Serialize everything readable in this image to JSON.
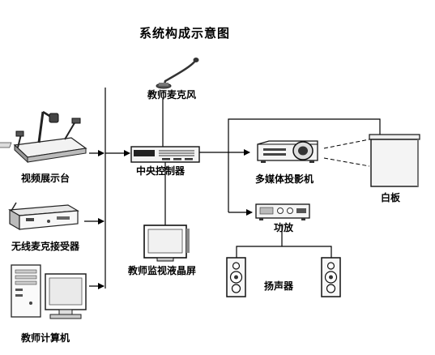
{
  "title": "系统构成示意图",
  "devices": {
    "microphone": "教师麦克风",
    "controller": "中央控制器",
    "visualizer": "视频展示台",
    "wireless_receiver": "无线麦克接受器",
    "computer": "教师计算机",
    "monitor": "教师监视液晶屏",
    "projector": "多媒体投影机",
    "whiteboard": "白板",
    "amplifier": "功放",
    "speakers": "扬声器"
  },
  "colors": {
    "line": "#000000",
    "device_fill": "#ffffff",
    "device_dark": "#333333"
  }
}
